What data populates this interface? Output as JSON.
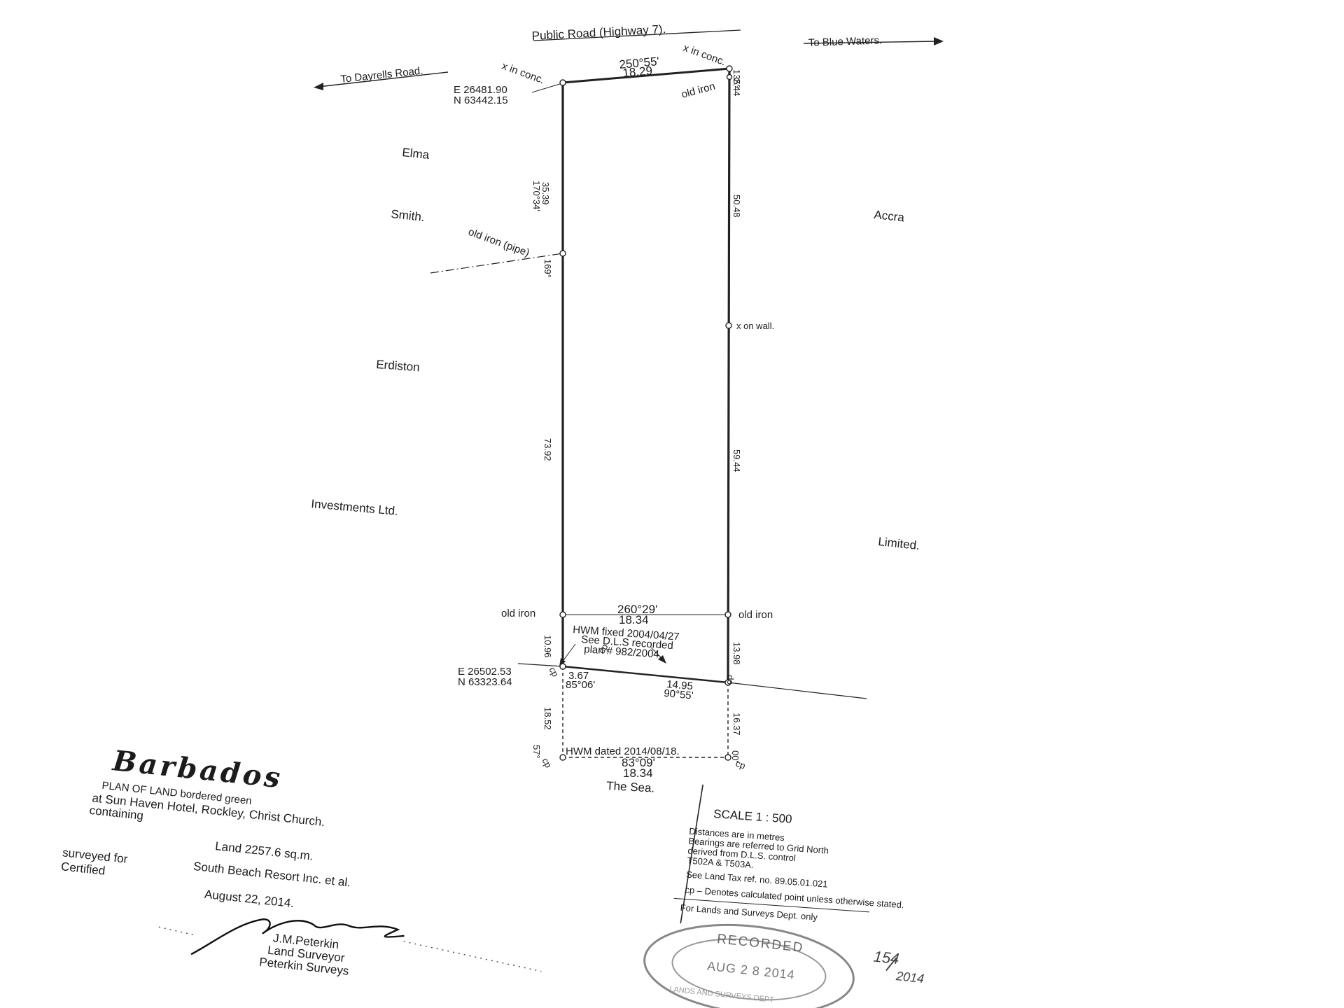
{
  "road": {
    "label": "Public Road (Highway 7).",
    "to_west": "To Dayrells Road.",
    "to_east": "To Blue Waters."
  },
  "neighbours": {
    "west": [
      "Elma",
      "Smith.",
      "Erdiston",
      "Investments Ltd."
    ],
    "east": [
      "Accra",
      "Limited."
    ],
    "south": "The        Sea."
  },
  "coords": {
    "nw": {
      "e": "E  26481.90",
      "n": "N  63442.15"
    },
    "sw": {
      "e": "E  26502.53",
      "n": "N  63323.64"
    }
  },
  "marks": {
    "x_conc_nw": "x in conc.",
    "x_conc_ne": "x in conc.",
    "old_iron_ne": "old iron",
    "old_iron_pipe": "old iron (pipe)",
    "x_on_wall": "x on wall.",
    "old_iron_w": "old iron",
    "old_iron_e": "old iron",
    "cp": "cp"
  },
  "dimensions": {
    "north_bearing": "250°55'",
    "north_dist": "18.29",
    "ne_bearing": "135°",
    "ne_dist": "2.44",
    "west_upper_dist": "35.39",
    "west_upper_bearing": "170°34'",
    "west_pipe_bearing": "169°",
    "west_mid_dist": "73.92",
    "east_upper_dist": "50.48",
    "east_mid_dist": "59.44",
    "cross_bearing": "260°29'",
    "cross_dist": "18.34",
    "west_hwm_dist": "10.96",
    "east_hwm_dist": "13.98",
    "hwm_left_dist": "3.67",
    "hwm_left_bearing": "85°06'",
    "hwm_right_dist": "14.95",
    "hwm_right_bearing": "90°55'",
    "west_lower_dist": "18.52",
    "east_lower_dist": "16.37",
    "sw_bearing": "57°",
    "se_bearing": "00'",
    "south_bearing": "83°09'",
    "south_dist": "18.34"
  },
  "hwm_notes": {
    "fixed": [
      "HWM  fixed  2004/04/27",
      "See  D.L.S  recorded",
      "plan  #  982/2004."
    ],
    "dated": "HWM  dated  2014/08/18."
  },
  "title_block": {
    "country": "Barbados",
    "line1": "PLAN  OF  LAND     bordered  green",
    "line2": "at     Sun  Haven  Hotel,  Rockley,  Christ  Church.",
    "line3": "containing",
    "land": "Land  2257.6  sq.m.",
    "surveyed_for_label": "surveyed  for",
    "surveyed_for": "South  Beach  Resort  Inc.  et  al.",
    "certified": "Certified",
    "date": "August  22,  2014.",
    "surveyor_name": "J.M.Peterkin",
    "surveyor_title": "Land  Surveyor",
    "surveyor_firm": "Peterkin  Surveys"
  },
  "notes_block": {
    "scale": "SCALE  1  :  500",
    "notes": [
      "Distances  are  in  metres",
      "Bearings  are  referred  to  Grid  North",
      "derived  from  D.L.S.  control",
      "T502A  &  T503A.",
      "See  Land  Tax  ref.  no.  89.05.01.021",
      "cp  –  Denotes  calculated  point  unless  otherwise  stated.",
      "For  Lands  and  Surveys  Dept.  only"
    ]
  },
  "stamp": {
    "recorded": "RECORDED",
    "date": "AUG 2 8 2014",
    "ref": "154",
    "year": "2014",
    "dept": "LANDS AND SURVEYS DEPT"
  }
}
